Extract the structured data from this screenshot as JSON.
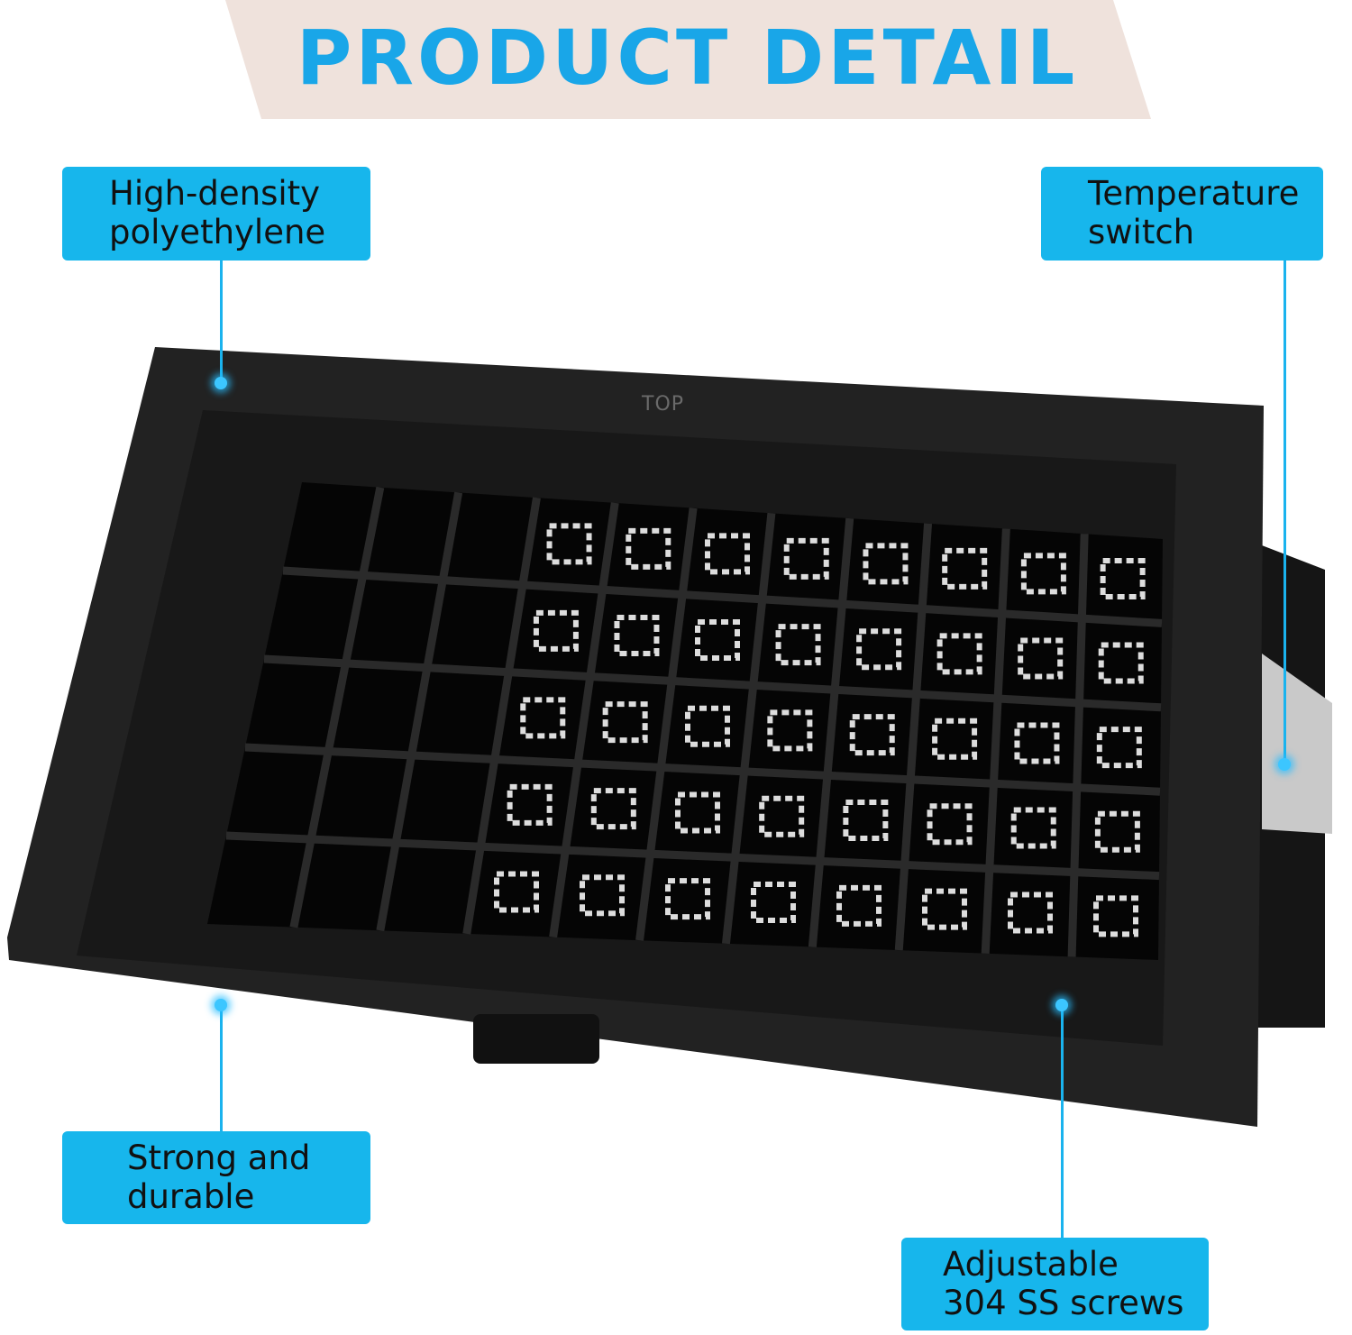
{
  "header": {
    "title": "PRODUCT DETAIL"
  },
  "product": {
    "embossed_text": "TOP"
  },
  "callouts": [
    {
      "text": "High-density polyethylene",
      "line1": "High-density",
      "line2": "polyethylene"
    },
    {
      "text": "Temperature switch",
      "line1": "Temperature",
      "line2": "switch"
    },
    {
      "text": "Strong and durable",
      "line1": "Strong and",
      "line2": "durable"
    },
    {
      "text": "Adjustable 304 SS screws",
      "line1": "Adjustable",
      "line2": "304 SS screws"
    }
  ],
  "colors": {
    "accent": "#17b6ec",
    "title": "#19a6e8",
    "banner": "#efe2dc",
    "vent": "#1c1c1c"
  }
}
